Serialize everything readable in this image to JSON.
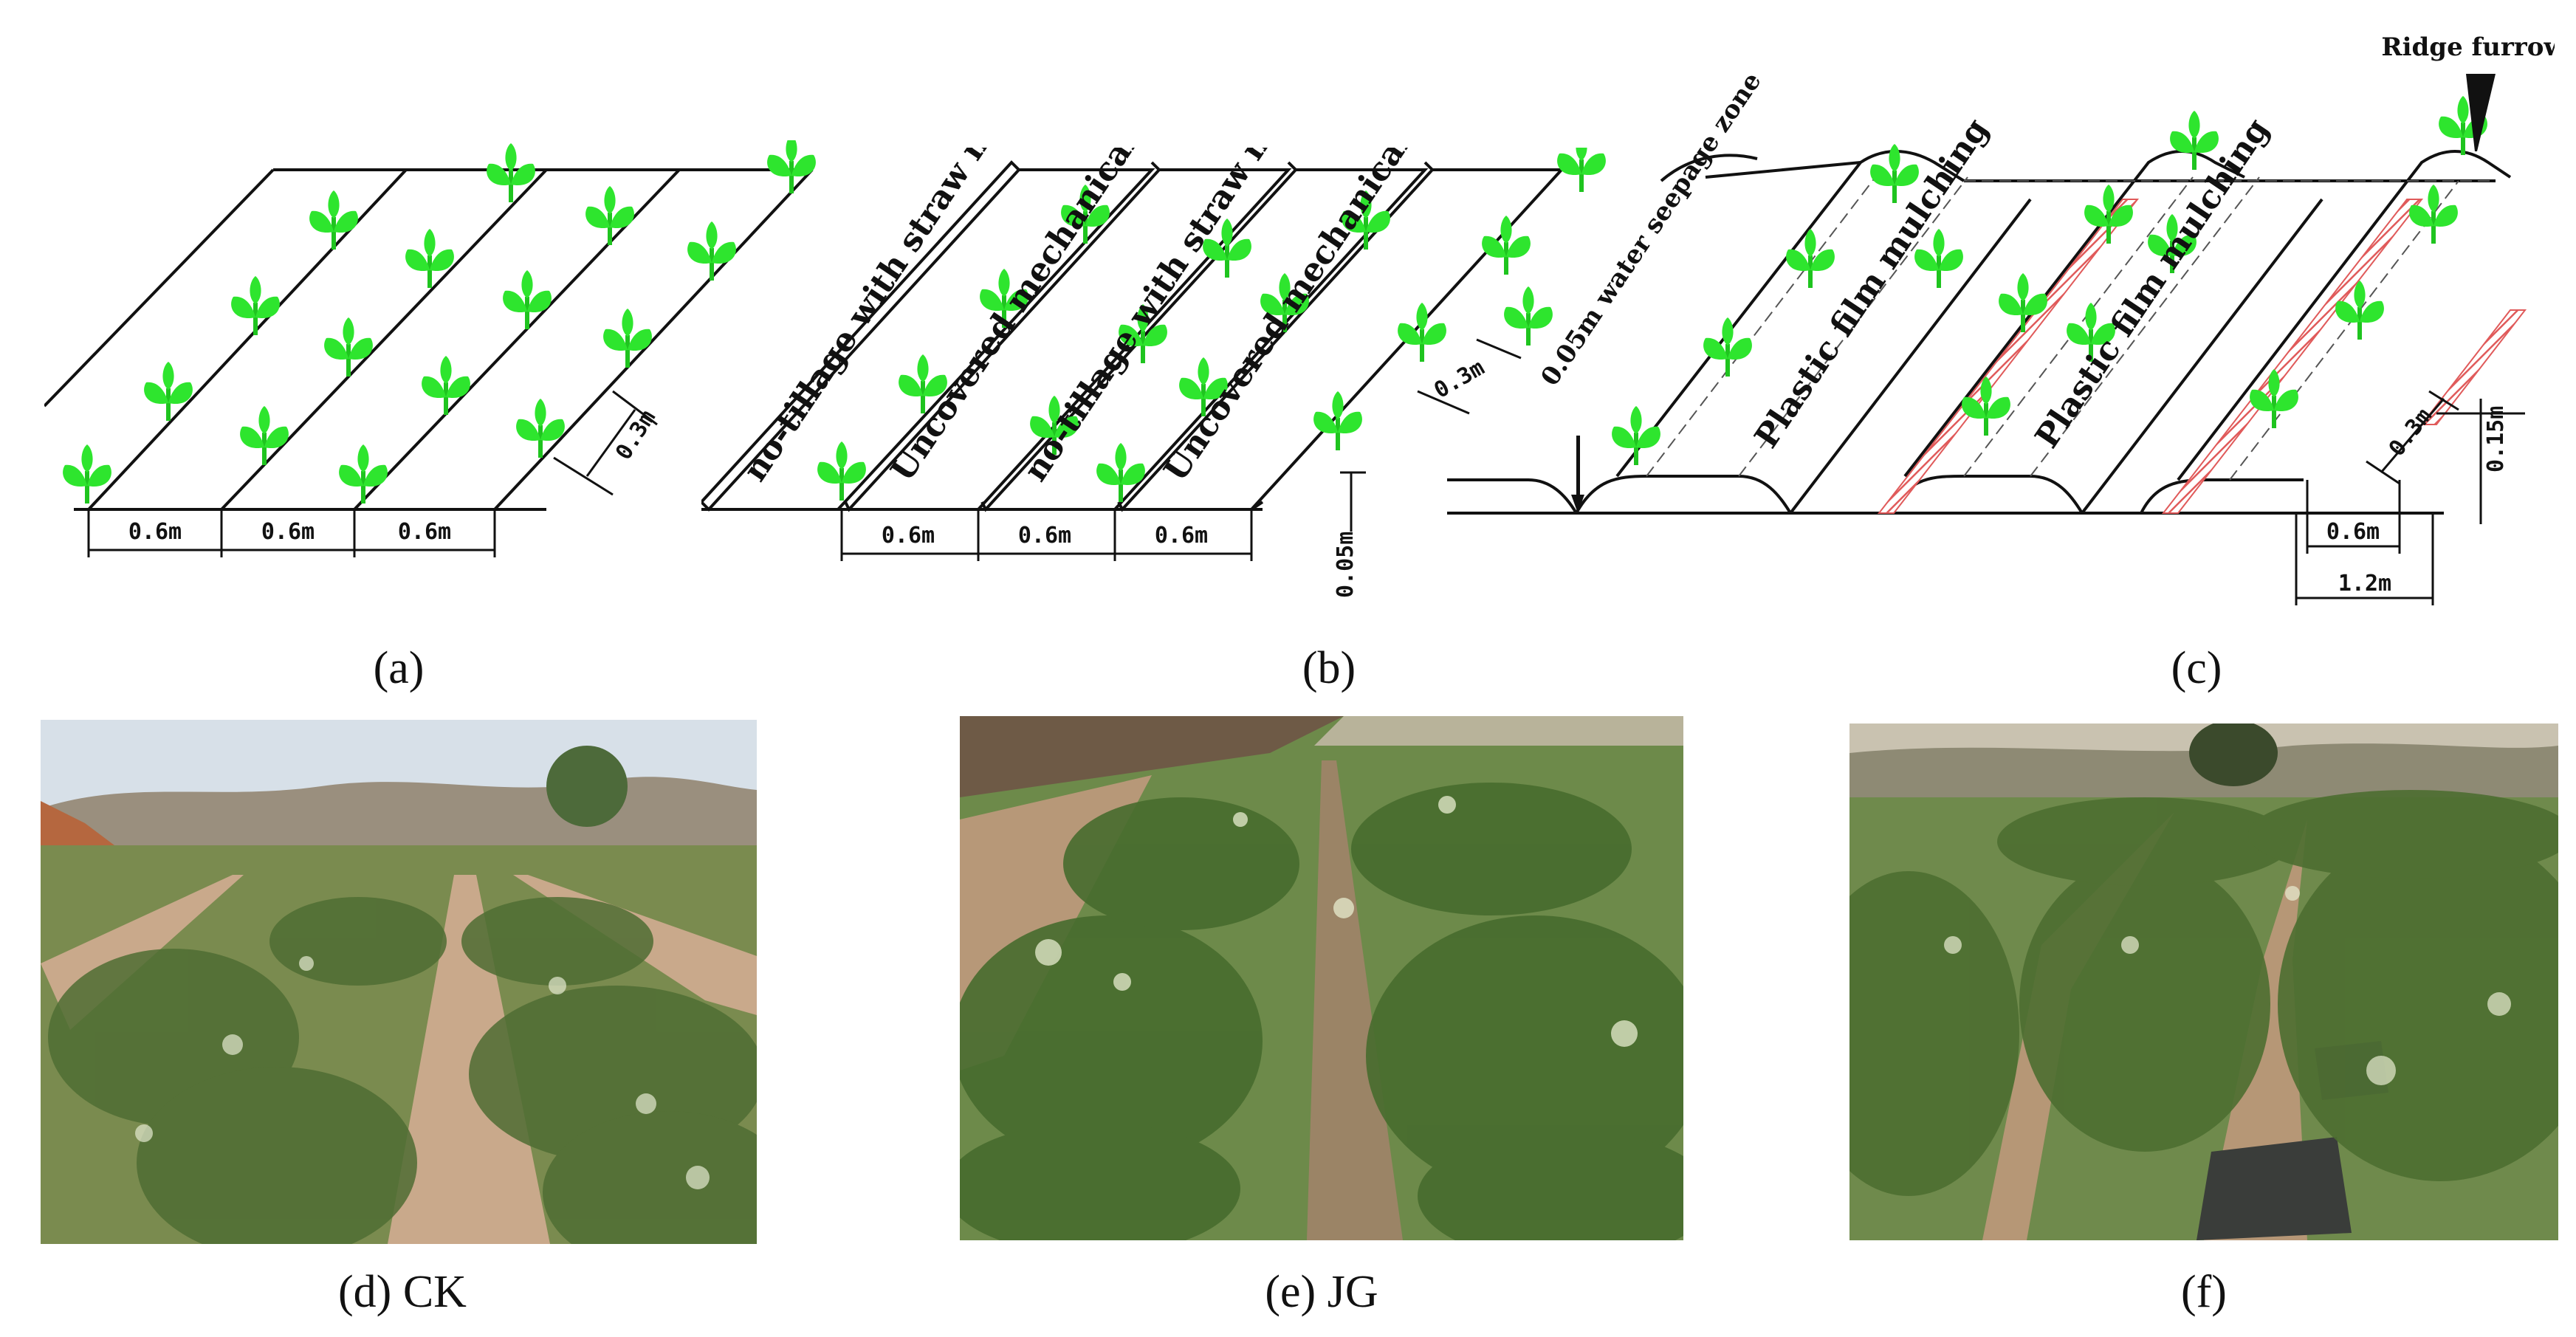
{
  "panels": {
    "a": {
      "caption": "(a)",
      "dim_row_1": "0.6m",
      "dim_row_2": "0.6m",
      "dim_row_3": "0.6m",
      "dim_plant": "0.3m"
    },
    "b": {
      "caption": "(b)",
      "strip_1": "no-tillage with straw mulching",
      "strip_2": "Uncovered mechanical planting",
      "strip_3": "no-tillage with straw mulching",
      "strip_4": "Uncovered mechanical planting",
      "dim_row_1": "0.6m",
      "dim_row_2": "0.6m",
      "dim_row_3": "0.6m",
      "dim_height": "0.05m",
      "dim_plant": "0.3m"
    },
    "c": {
      "caption": "(c)",
      "furrow_label": "Ridge furrow",
      "seepage_label": "0.05m water seepage zone",
      "film_1": "Plastic film mulching",
      "film_2": "Plastic film mulching",
      "dim_plant": "0.3m",
      "dim_height": "0.15m",
      "dim_ridge": "0.6m",
      "dim_width": "1.2m"
    },
    "d": {
      "caption": "(d) CK"
    },
    "e": {
      "caption": "(e) JG"
    },
    "f": {
      "caption": "(f)"
    }
  },
  "colors": {
    "sprout": "#2ee52e",
    "film_band": "#e05a5a",
    "line": "#111111"
  }
}
